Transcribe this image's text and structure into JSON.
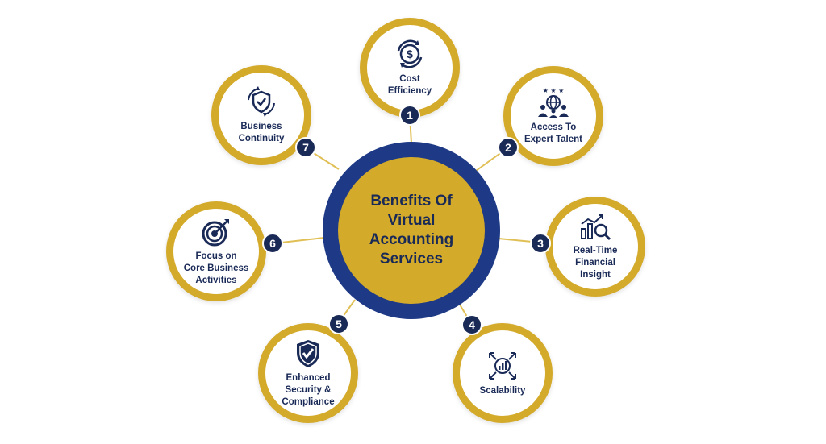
{
  "center": {
    "title": "Benefits Of\nVirtual\nAccounting\nServices"
  },
  "colors": {
    "navy": "#1a2a57",
    "hub_ring": "#1e3a86",
    "gold": "#d4aa2b",
    "line": "#e0bf55"
  },
  "benefits": [
    {
      "number": "1",
      "label": "Cost\nEfficiency",
      "icon": "dollar-cycle-icon"
    },
    {
      "number": "2",
      "label": "Access To\nExpert Talent",
      "icon": "team-globe-icon"
    },
    {
      "number": "3",
      "label": "Real-Time\nFinancial\nInsight",
      "icon": "chart-magnifier-icon"
    },
    {
      "number": "4",
      "label": "Scalability",
      "icon": "expand-chart-icon"
    },
    {
      "number": "5",
      "label": "Enhanced\nSecurity &\nCompliance",
      "icon": "shield-check-icon"
    },
    {
      "number": "6",
      "label": "Focus on\nCore Business\nActivities",
      "icon": "target-icon"
    },
    {
      "number": "7",
      "label": "Business\nContinuity",
      "icon": "shield-cycle-icon"
    }
  ]
}
